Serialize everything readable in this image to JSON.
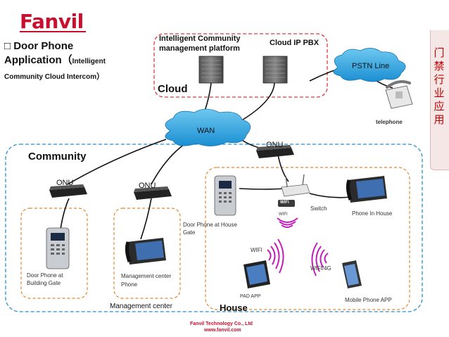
{
  "brand": {
    "logo": "Fanvil",
    "accent": "#c8102e"
  },
  "headline": {
    "line1": "□ Door Phone",
    "line2_main": "Application（",
    "line2_sub": "Intelligent",
    "line3": "Community Cloud Intercom",
    "line3_close": "）"
  },
  "sidebar_text": "门禁行业应用",
  "cloud_zone": {
    "title": "Cloud",
    "icm_label": "Intelligent Community management platform",
    "pbx_label": "Cloud IP PBX"
  },
  "pstn": {
    "label": "PSTN Line",
    "telephone": "telephone"
  },
  "wan": {
    "label": "WAN"
  },
  "community": {
    "title": "Community"
  },
  "onu": {
    "building": "ONU",
    "management": "ONU",
    "house": "ONU"
  },
  "building": {
    "label": "Door Phone at Building Gate"
  },
  "management": {
    "phone_label": "Management center Phone",
    "zone_title": "Management center"
  },
  "house": {
    "title": "House",
    "door_label": "Door Phone at House Gate",
    "switch_label": "Switch",
    "wifi_badge": "WiFi",
    "wifi_small": "WIFI",
    "wifi_mid": "WIFI",
    "wifi4g": "WIFI/4G",
    "phone_label": "Phone In House",
    "pad_label": "PAD APP",
    "mobile_label": "Mobile Phone APP"
  },
  "footer": {
    "company": "Fanvil Technology Co., Ltd",
    "url": "www.fanvil.com"
  }
}
